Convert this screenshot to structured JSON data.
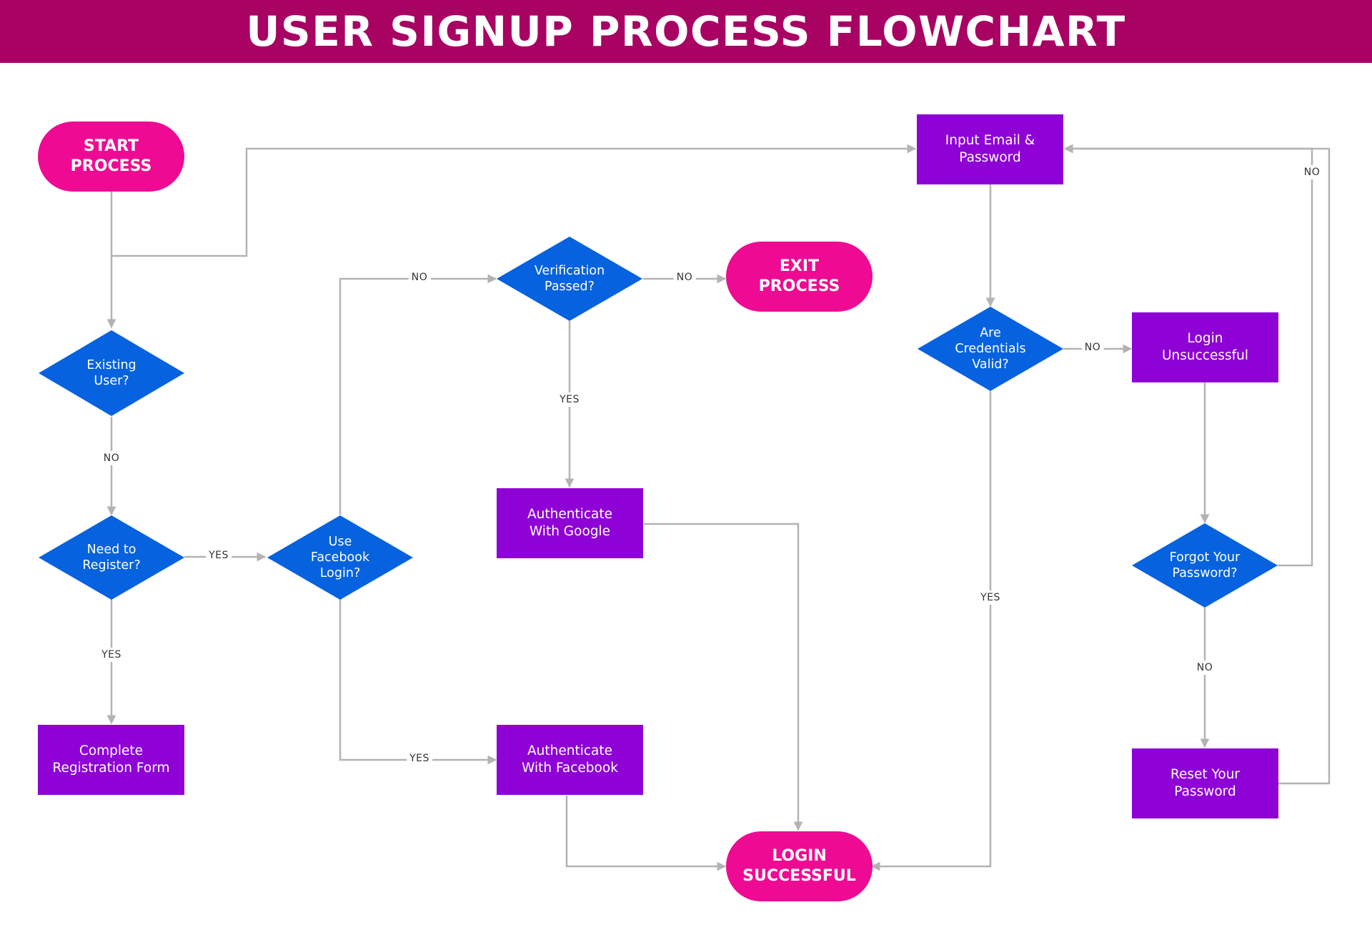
{
  "title": "USER SIGNUP PROCESS FLOWCHART",
  "colors": {
    "header": "#a80263",
    "terminal": "#ef0a93",
    "process": "#8e02d6",
    "decision": "#0662de",
    "connector": "#b3b3b3"
  },
  "nodes": {
    "start": "START\nPROCESS",
    "existing_user": "Existing\nUser?",
    "need_register": "Need to\nRegister?",
    "complete_registration": "Complete\nRegistration Form",
    "use_facebook": "Use\nFacebook\nLogin?",
    "verification": "Verification\nPassed?",
    "exit": "EXIT\nPROCESS",
    "auth_google": "Authenticate\nWith Google",
    "auth_facebook": "Authenticate\nWith Facebook",
    "login_successful": "LOGIN\nSUCCESSFUL",
    "input_email": "Input Email &\nPassword",
    "credentials_valid": "Are\nCredentials\nValid?",
    "login_unsuccessful": "Login\nUnsuccessful",
    "forgot_password": "Forgot Your\nPassword?",
    "reset_password": "Reset Your\nPassword"
  },
  "labels": {
    "existing_no": "NO",
    "register_yes_right": "YES",
    "register_yes_down": "YES",
    "facebook_no": "NO",
    "facebook_yes": "YES",
    "verification_no": "NO",
    "verification_yes": "YES",
    "credentials_no": "NO",
    "credentials_yes": "YES",
    "forgot_no_down": "NO",
    "forgot_no_up": "NO"
  }
}
